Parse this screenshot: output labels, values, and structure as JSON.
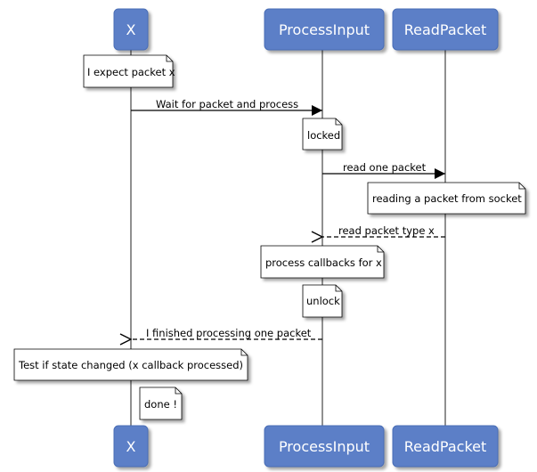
{
  "participants": [
    {
      "id": "x",
      "label": "X"
    },
    {
      "id": "pi",
      "label": "ProcessInput"
    },
    {
      "id": "rp",
      "label": "ReadPacket"
    }
  ],
  "messages": [
    {
      "from": "x",
      "to": "pi",
      "label": "Wait for packet and process",
      "style": "solid"
    },
    {
      "from": "pi",
      "to": "rp",
      "label": "read one packet",
      "style": "solid"
    },
    {
      "from": "rp",
      "to": "pi",
      "label": "read packet type x",
      "style": "dashed"
    },
    {
      "from": "pi",
      "to": "x",
      "label": "I finished processing one packet",
      "style": "dashed"
    }
  ],
  "notes": [
    {
      "over": "x",
      "text": "I expect packet x"
    },
    {
      "over": "pi",
      "text": "locked"
    },
    {
      "over": "rp",
      "text": "reading a packet from socket"
    },
    {
      "over": "pi",
      "text": "process callbacks for x"
    },
    {
      "over": "pi",
      "text": "unlock"
    },
    {
      "over": "x",
      "text": "Test if state changed (x callback processed)"
    },
    {
      "over": "x",
      "text": "done !"
    }
  ],
  "colors": {
    "participant_fill": "#5b7fc7",
    "participant_border": "#4a6db5",
    "note_fill": "#ffffff",
    "line": "#000000",
    "lifeline": "#555555"
  }
}
